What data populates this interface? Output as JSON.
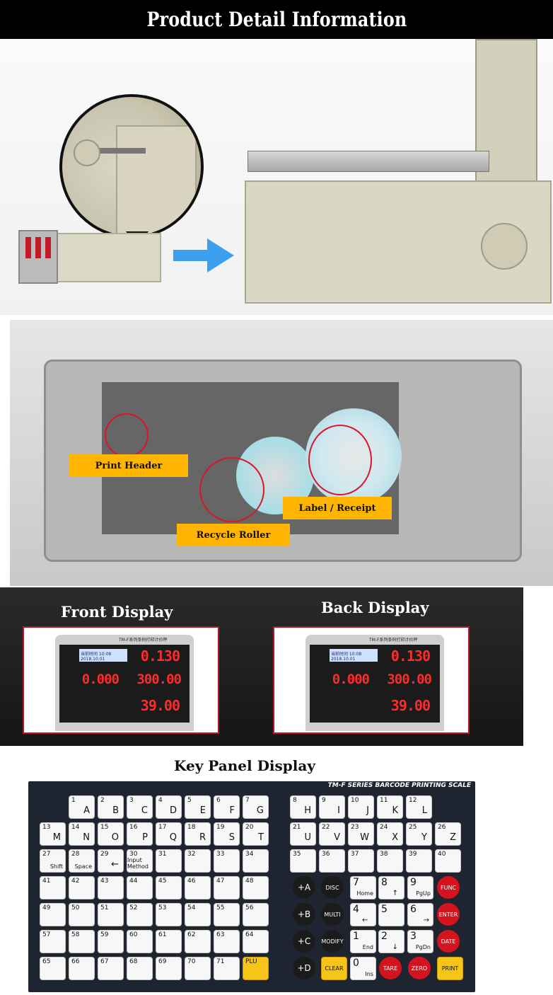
{
  "banner": {
    "title": "Product Detail Information"
  },
  "printer": {
    "labels": {
      "print_header": "Print Header",
      "recycle_roller": "Recycle Roller",
      "label_receipt": "Label / Receipt"
    }
  },
  "displays": {
    "front": {
      "title": "Front Display",
      "brand": "TM-F系列条码打印计价秤",
      "lcd": "当前时间 10:08 2018.10.01",
      "weight": "0.130",
      "unit_price": "300.00",
      "total": "39.00",
      "tare": "0.000"
    },
    "back": {
      "title": "Back Display",
      "brand": "TM-F系列条码打印计价秤",
      "lcd": "当前时间 10:08 2018.10.01",
      "weight": "0.130",
      "unit_price": "300.00",
      "total": "39.00",
      "tare": "0.000"
    }
  },
  "key_panel": {
    "title": "Key Panel Display",
    "brand": "TM-F SERIES BARCODE PRINTING SCALE",
    "left_keys": [
      {
        "n": "1",
        "l": "A"
      },
      {
        "n": "2",
        "l": "B"
      },
      {
        "n": "3",
        "l": "C"
      },
      {
        "n": "4",
        "l": "D"
      },
      {
        "n": "5",
        "l": "E"
      },
      {
        "n": "6",
        "l": "F"
      },
      {
        "n": "7",
        "l": "G"
      },
      {
        "n": "13",
        "l": "M"
      },
      {
        "n": "14",
        "l": "N"
      },
      {
        "n": "15",
        "l": "O"
      },
      {
        "n": "16",
        "l": "P"
      },
      {
        "n": "17",
        "l": "Q"
      },
      {
        "n": "18",
        "l": "R"
      },
      {
        "n": "19",
        "l": "S"
      },
      {
        "n": "20",
        "l": "T"
      },
      {
        "n": "27",
        "l": "Shift"
      },
      {
        "n": "28",
        "l": "Space"
      },
      {
        "n": "29",
        "l": "←"
      },
      {
        "n": "30",
        "l": "Input Method"
      },
      {
        "n": "31",
        "l": ""
      },
      {
        "n": "32",
        "l": ""
      },
      {
        "n": "33",
        "l": ""
      },
      {
        "n": "34",
        "l": ""
      },
      {
        "n": "41",
        "l": ""
      },
      {
        "n": "42",
        "l": ""
      },
      {
        "n": "43",
        "l": ""
      },
      {
        "n": "44",
        "l": ""
      },
      {
        "n": "45",
        "l": ""
      },
      {
        "n": "46",
        "l": ""
      },
      {
        "n": "47",
        "l": ""
      },
      {
        "n": "48",
        "l": ""
      },
      {
        "n": "49",
        "l": ""
      },
      {
        "n": "50",
        "l": ""
      },
      {
        "n": "51",
        "l": ""
      },
      {
        "n": "52",
        "l": ""
      },
      {
        "n": "53",
        "l": ""
      },
      {
        "n": "54",
        "l": ""
      },
      {
        "n": "55",
        "l": ""
      },
      {
        "n": "56",
        "l": ""
      },
      {
        "n": "57",
        "l": ""
      },
      {
        "n": "58",
        "l": ""
      },
      {
        "n": "59",
        "l": ""
      },
      {
        "n": "60",
        "l": ""
      },
      {
        "n": "61",
        "l": ""
      },
      {
        "n": "62",
        "l": ""
      },
      {
        "n": "63",
        "l": ""
      },
      {
        "n": "64",
        "l": ""
      },
      {
        "n": "65",
        "l": ""
      },
      {
        "n": "66",
        "l": ""
      },
      {
        "n": "67",
        "l": ""
      },
      {
        "n": "68",
        "l": ""
      },
      {
        "n": "69",
        "l": ""
      },
      {
        "n": "70",
        "l": ""
      },
      {
        "n": "71",
        "l": ""
      },
      {
        "n": "PLU",
        "l": ""
      }
    ],
    "right_keys_top": [
      {
        "n": "8",
        "l": "H"
      },
      {
        "n": "9",
        "l": "I"
      },
      {
        "n": "10",
        "l": "J"
      },
      {
        "n": "11",
        "l": "K"
      },
      {
        "n": "12",
        "l": "L"
      },
      {
        "n": "21",
        "l": "U"
      },
      {
        "n": "22",
        "l": "V"
      },
      {
        "n": "23",
        "l": "W"
      },
      {
        "n": "24",
        "l": "X"
      },
      {
        "n": "25",
        "l": "Y"
      },
      {
        "n": "26",
        "l": "Z"
      },
      {
        "n": "35",
        "l": ""
      },
      {
        "n": "36",
        "l": ""
      },
      {
        "n": "37",
        "l": ""
      },
      {
        "n": "38",
        "l": ""
      },
      {
        "n": "39",
        "l": ""
      },
      {
        "n": "40",
        "l": ""
      }
    ],
    "func_keys": {
      "plus_a": "+A",
      "disc": "DISC",
      "k7": "7",
      "k7_sub": "Home",
      "k8": "8",
      "k9": "9",
      "k9_sub": "PgUp",
      "func": "FUNC",
      "plus_b": "+B",
      "multi": "MULTI",
      "k4": "4",
      "k5": "5",
      "k6": "6",
      "enter": "ENTER",
      "plus_c": "+C",
      "modify": "MODIFY",
      "k1": "1",
      "k1_sub": "End",
      "k2": "2",
      "k3": "3",
      "k3_sub": "PgDn",
      "date": "DATE",
      "plus_d": "+D",
      "clear": "CLEAR",
      "k0": "0",
      "k0_sub": "Ins",
      "tare": "TARE",
      "zero": "ZERO",
      "print": "PRINT"
    }
  }
}
